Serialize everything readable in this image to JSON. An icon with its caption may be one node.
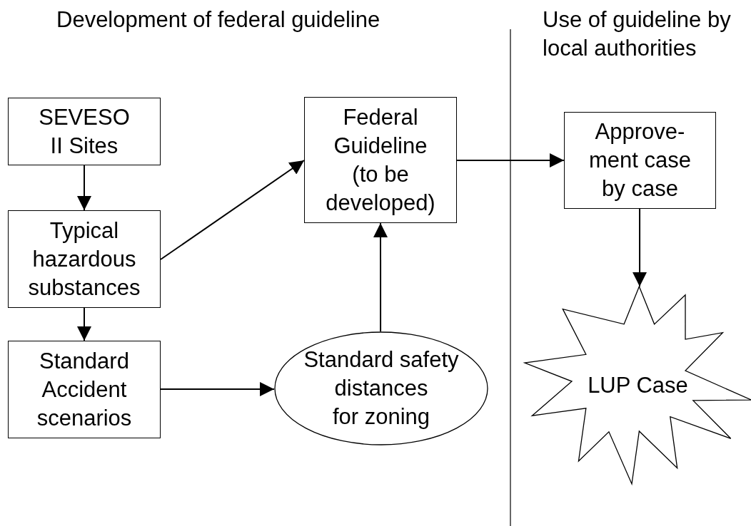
{
  "diagram": {
    "nodes": [
      {
        "text": [
          "SEVESO II Sites"
        ]
      },
      {
        "text": [
          "Typical hazardous substances"
        ]
      },
      {
        "text": [
          "Standard Accident scenarios"
        ]
      },
      {
        "text": [
          "Standard safety distances for zoning"
        ]
      },
      {
        "text": [
          "Federal Guideline (to be developed)"
        ]
      },
      {
        "text": [
          "Approve- ment case by case"
        ]
      },
      {
        "text": [
          "LUP Case"
        ]
      }
    ],
    "edges": [
      {
        "from": 0,
        "to": 1,
        "arrow": "to"
      },
      {
        "from": 1,
        "to": 2,
        "arrow": "to"
      },
      {
        "from": 1,
        "to": 4,
        "arrow": "to"
      },
      {
        "from": 2,
        "to": 3,
        "arrow": "to"
      },
      {
        "from": 3,
        "to": 4,
        "arrow": "to"
      },
      {
        "from": 4,
        "to": 5,
        "arrow": "to"
      },
      {
        "from": 5,
        "to": 6,
        "arrow": "to"
      }
    ],
    "labels": [
      "Development of federal guideline",
      "Use of guideline by local authorities"
    ]
  }
}
